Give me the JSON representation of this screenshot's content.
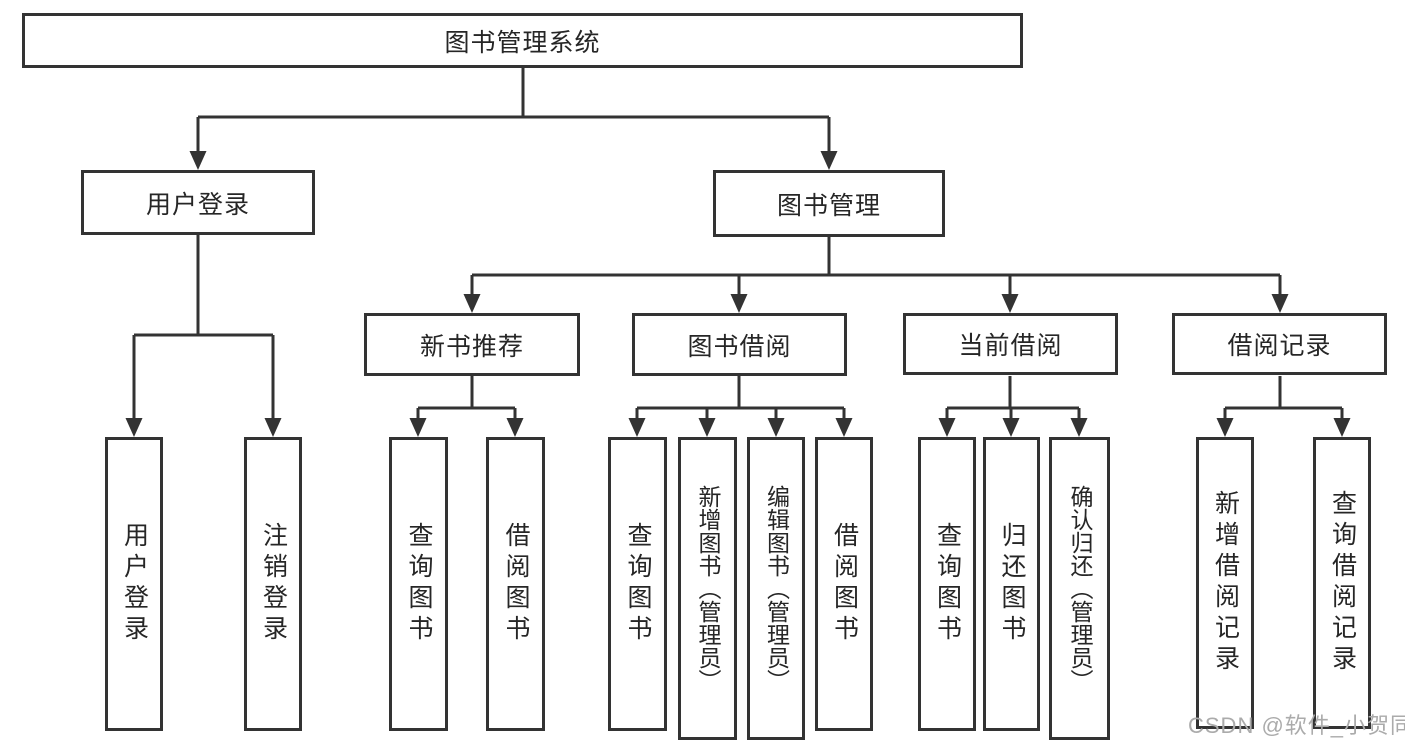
{
  "diagram_title": "图书管理系统",
  "structure": {
    "label": "图书管理系统",
    "children": [
      {
        "label": "用户登录",
        "children": [
          {
            "label": "用户登录"
          },
          {
            "label": "注销登录"
          }
        ]
      },
      {
        "label": "图书管理",
        "children": [
          {
            "label": "新书推荐",
            "children": [
              {
                "label": "查询图书"
              },
              {
                "label": "借阅图书"
              }
            ]
          },
          {
            "label": "图书借阅",
            "children": [
              {
                "label": "查询图书"
              },
              {
                "label": "新增图书（管理员）"
              },
              {
                "label": "编辑图书（管理员）"
              },
              {
                "label": "借阅图书"
              }
            ]
          },
          {
            "label": "当前借阅",
            "children": [
              {
                "label": "查询图书"
              },
              {
                "label": "归还图书"
              },
              {
                "label": "确认归还（管理员）"
              }
            ]
          },
          {
            "label": "借阅记录",
            "children": [
              {
                "label": "新增借阅记录"
              },
              {
                "label": "查询借阅记录"
              }
            ]
          }
        ]
      }
    ]
  },
  "watermark": {
    "text": "CSDN @软件_小贺同学"
  },
  "colors": {
    "line": "#333333",
    "text": "#262626",
    "background": "#ffffff",
    "watermark_text": "#ababab"
  }
}
